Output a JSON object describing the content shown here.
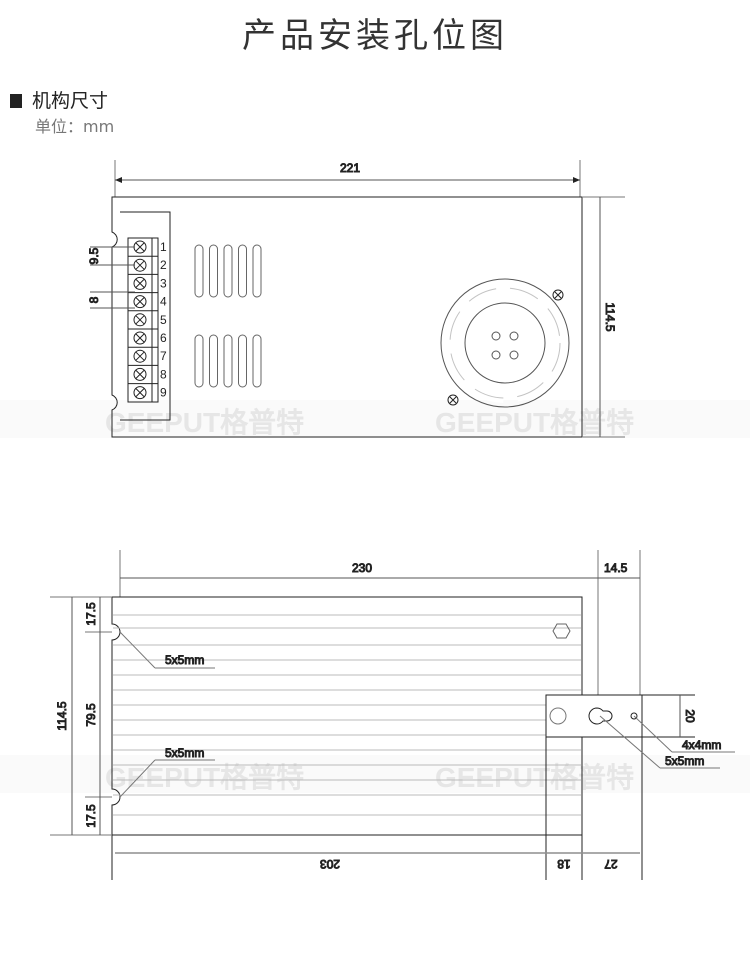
{
  "header": {
    "title": "产品安装孔位图"
  },
  "section": {
    "title": "机构尺寸",
    "unit": "单位：mm"
  },
  "top_view": {
    "width": "221",
    "height": "114.5",
    "pitch": "9.5",
    "gap": "8",
    "terminals": [
      "1",
      "2",
      "3",
      "4",
      "5",
      "6",
      "7",
      "8",
      "9"
    ]
  },
  "bottom_view": {
    "length": "230",
    "bracket_offset": "14.5",
    "height": "114.5",
    "middle": "79.5",
    "edge_top": "17.5",
    "edge_bottom": "17.5",
    "hole_top": "5x5mm",
    "hole_bottom": "5x5mm",
    "bracket_height": "20",
    "small_hole": "4x4mm",
    "keyhole": "5x5mm",
    "d1": "203",
    "d2": "18",
    "d3": "27"
  },
  "watermark": "GEEPUT格普特"
}
